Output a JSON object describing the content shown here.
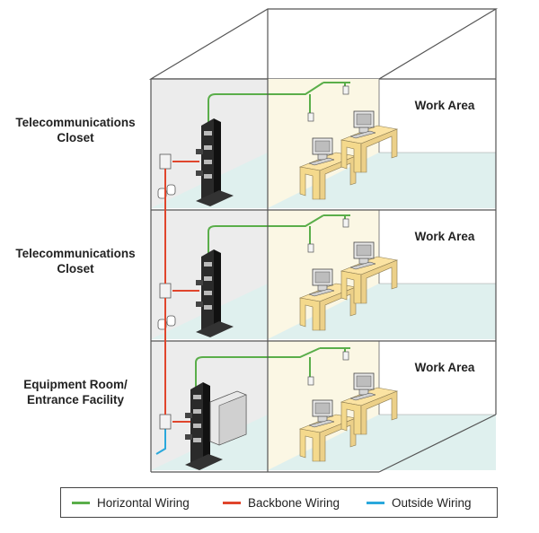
{
  "floors": [
    {
      "label": "Telecommunications\nCloset",
      "work_area": "Work Area"
    },
    {
      "label": "Telecommunications\nCloset",
      "work_area": "Work Area"
    },
    {
      "label": "Equipment Room/\nEntrance Facility",
      "work_area": "Work Area"
    }
  ],
  "legend": [
    {
      "label": "Horizontal Wiring",
      "color": "#5aae4a"
    },
    {
      "label": "Backbone Wiring",
      "color": "#e0452c"
    },
    {
      "label": "Outside Wiring",
      "color": "#2aa8dc"
    }
  ],
  "colors": {
    "floor": "#dff0ee",
    "wall": "#ececec",
    "room_wall": "#fbf7e4",
    "desk": "#fbe3a2",
    "rack": "#2a2a2a"
  }
}
